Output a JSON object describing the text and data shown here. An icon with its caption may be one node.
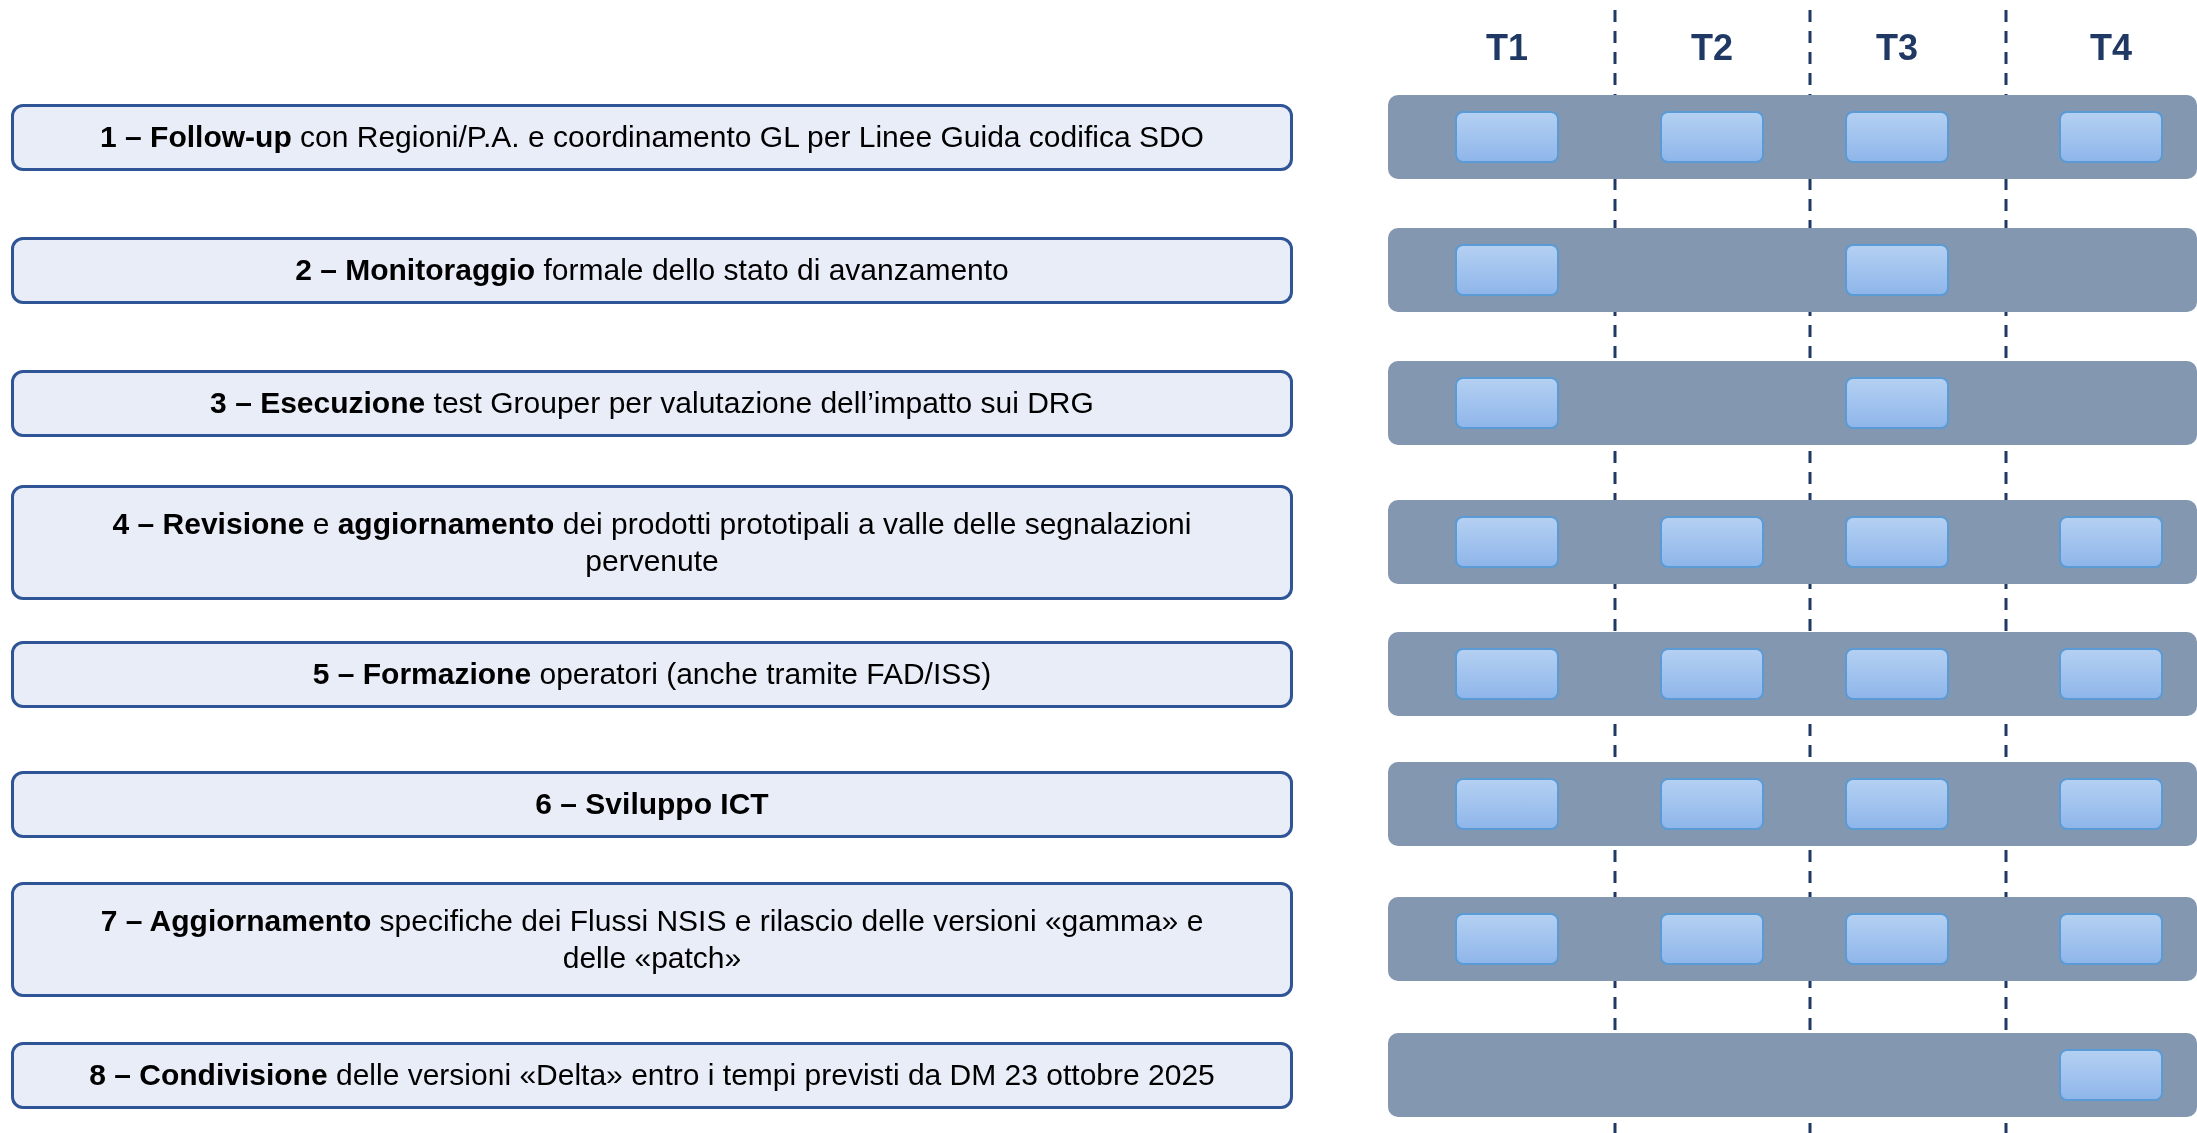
{
  "diagram": {
    "nodes": [
      {
        "text": [
          "**1 – Follow-up** con Regioni/P.A. e coordinamento GL per Linee Guida codifica SDO"
        ]
      },
      {
        "text": [
          "**2 – Monitoraggio** formale dello stato di avanzamento"
        ]
      },
      {
        "text": [
          "**3 – Esecuzione** test Grouper per valutazione dell’impatto sui DRG"
        ]
      },
      {
        "text": [
          "**4 – Revisione** e **aggiornamento** dei prodotti prototipali a valle delle segnalazioni pervenute"
        ]
      },
      {
        "text": [
          "**5 – Formazione** operatori (anche tramite FAD/ISS)"
        ]
      },
      {
        "text": [
          "6 – Sviluppo ICT"
        ]
      },
      {
        "text": [
          "**7 – Aggiornamento** specifiche dei Flussi NSIS e rilascio delle versioni «gamma» e delle «patch»"
        ]
      },
      {
        "text": [
          "**8 – Condivisione** delle versioni «Delta» entro i tempi previsti da DM 23 ottobre 2025"
        ]
      },
      {
        "text": [],
        "shape": "bar"
      },
      {
        "text": [],
        "shape": "bar"
      },
      {
        "text": [],
        "shape": "bar"
      },
      {
        "text": [],
        "shape": "bar"
      },
      {
        "text": [],
        "shape": "bar"
      },
      {
        "text": [],
        "shape": "bar"
      },
      {
        "text": [],
        "shape": "bar"
      },
      {
        "text": [],
        "shape": "bar"
      },
      {
        "text": [],
        "shape": "box",
        "in": 8
      },
      {
        "text": [],
        "shape": "box",
        "in": 8
      },
      {
        "text": [],
        "shape": "box",
        "in": 8
      },
      {
        "text": [],
        "shape": "box",
        "in": 8
      },
      {
        "text": [],
        "shape": "box",
        "in": 9
      },
      {
        "text": [],
        "shape": "box",
        "in": 9
      },
      {
        "text": [],
        "shape": "box",
        "in": 10
      },
      {
        "text": [],
        "shape": "box",
        "in": 10
      },
      {
        "text": [],
        "shape": "box",
        "in": 11
      },
      {
        "text": [],
        "shape": "box",
        "in": 11
      },
      {
        "text": [],
        "shape": "box",
        "in": 11
      },
      {
        "text": [],
        "shape": "box",
        "in": 11
      },
      {
        "text": [],
        "shape": "box",
        "in": 12
      },
      {
        "text": [],
        "shape": "box",
        "in": 12
      },
      {
        "text": [],
        "shape": "box",
        "in": 12
      },
      {
        "text": [],
        "shape": "box",
        "in": 12
      },
      {
        "text": [],
        "shape": "box",
        "in": 13
      },
      {
        "text": [],
        "shape": "box",
        "in": 13
      },
      {
        "text": [],
        "shape": "box",
        "in": 13
      },
      {
        "text": [],
        "shape": "box",
        "in": 13
      },
      {
        "text": [],
        "shape": "box",
        "in": 14
      },
      {
        "text": [],
        "shape": "box",
        "in": 14
      },
      {
        "text": [],
        "shape": "box",
        "in": 14
      },
      {
        "text": [],
        "shape": "box",
        "in": 14
      },
      {
        "text": [],
        "shape": "box",
        "in": 15
      }
    ],
    "labels": [
      "T1",
      "T2",
      "T3",
      "T4"
    ]
  }
}
